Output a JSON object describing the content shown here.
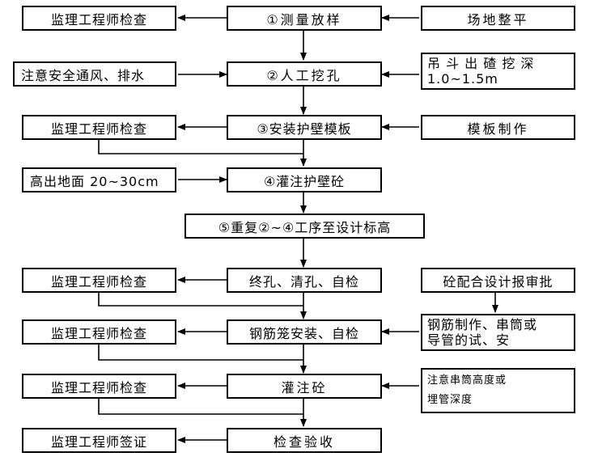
{
  "flowchart": {
    "steps": {
      "s1": "①测量放样",
      "s2": "②人工挖孔",
      "s3": "③安装护壁模板",
      "s4": "④灌注护壁砼",
      "s5": "⑤重复②~④工序至设计标高",
      "s6": "终孔、清孔、自检",
      "s7": "钢筋笼安装、自检",
      "s8": "灌注砼",
      "s9": "检查验收"
    },
    "left": {
      "l1": "监理工程师检查",
      "l2": "注意安全通风、排水",
      "l3": "监理工程师检查",
      "l4": "高出地面 20~30cm",
      "l6": "监理工程师检查",
      "l7": "监理工程师检查",
      "l8": "监理工程师检查",
      "l9": "监理工程师签证"
    },
    "right": {
      "r1": "场地整平",
      "r2_line1": "吊 斗 出 碴 挖 深",
      "r2_line2": "1.0~1.5m",
      "r3": "模板制作",
      "r6": "砼配合设计报审批",
      "r7_line1": "钢筋制作、串筒或",
      "r7_line2": "导管的试、安",
      "r8_line1": "注意串筒高度或",
      "r8_line2": "埋管深度"
    }
  }
}
